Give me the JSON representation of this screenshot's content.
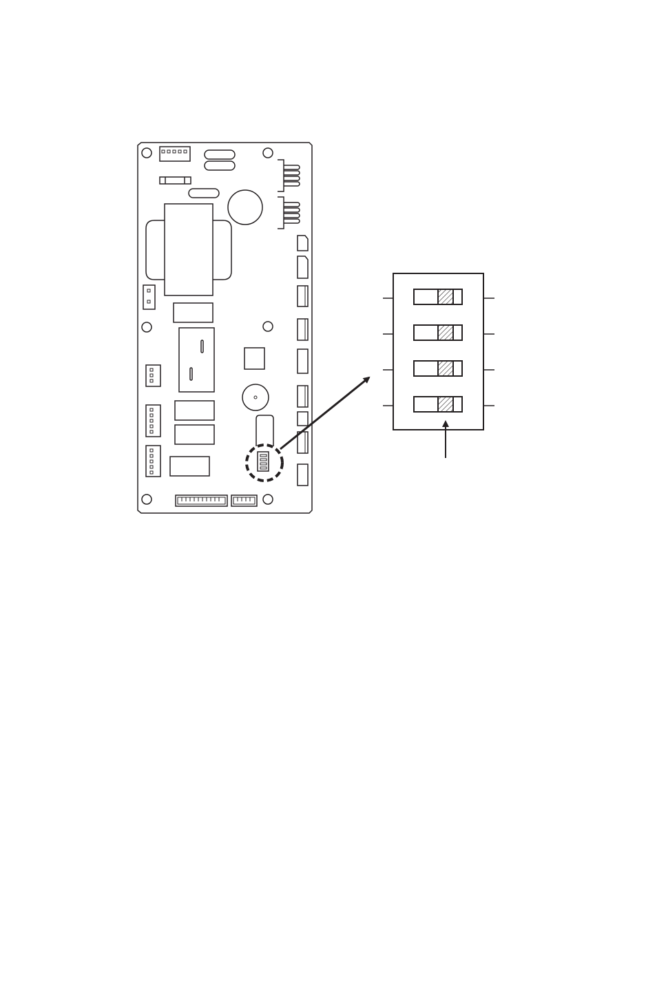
{
  "figure": {
    "subject": "pcb-dip-switch-location",
    "stroke_color": "#231f20",
    "background_color": "#ffffff",
    "hatch_color": "#231f20"
  },
  "pcb": {
    "mounting_holes": 6,
    "side_connectors": 10,
    "left_connectors": 4,
    "bottom_connectors": 2,
    "dip_highlight_style": "dashed-circle"
  },
  "dip_switch_detail": {
    "switch_count": 4,
    "actuator_fill": "hatched",
    "pointer": "arrow-up"
  }
}
